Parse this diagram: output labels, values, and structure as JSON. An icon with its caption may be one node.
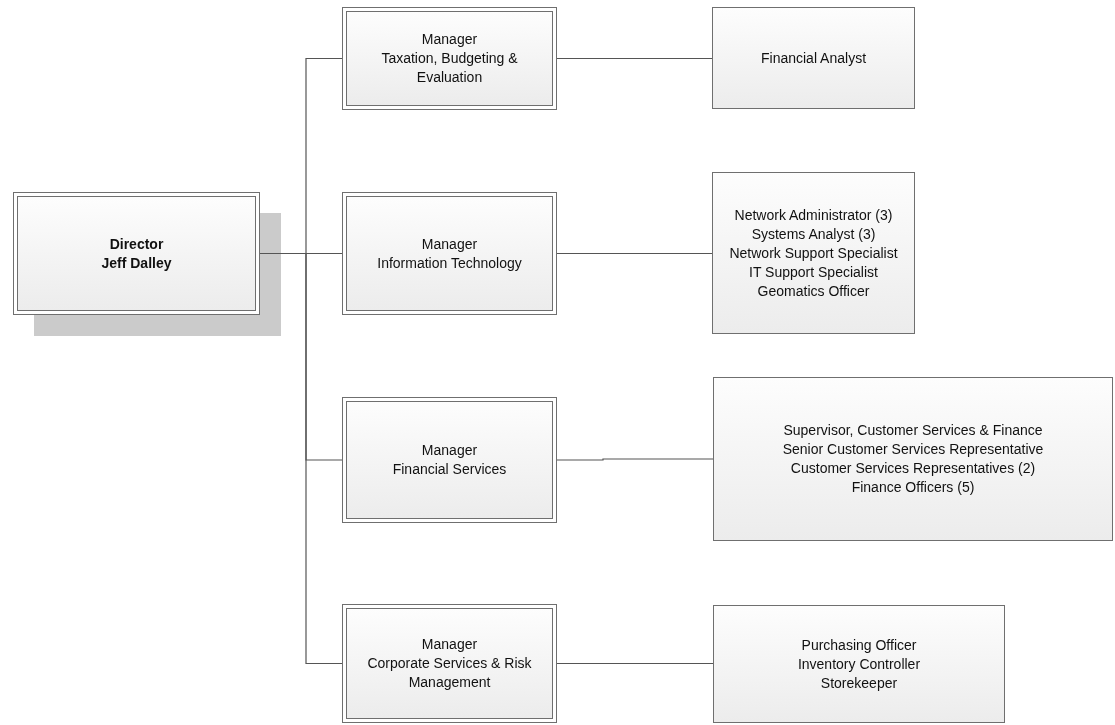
{
  "diagram": {
    "nodes": [
      {
        "text": [
          "Director",
          "Jeff Dalley"
        ]
      },
      {
        "text": [
          "Manager",
          "Taxation, Budgeting & Evaluation"
        ]
      },
      {
        "text": [
          "Financial Analyst"
        ]
      },
      {
        "text": [
          "Manager",
          "Information Technology"
        ]
      },
      {
        "text": [
          "Network Administrator (3)",
          "Systems Analyst (3)",
          "Network Support Specialist",
          "IT Support Specialist",
          "Geomatics Officer"
        ]
      },
      {
        "text": [
          "Manager",
          "Financial Services"
        ]
      },
      {
        "text": [
          "Supervisor, Customer Services & Finance",
          "Senior Customer Services Representative",
          "Customer Services Representatives (2)",
          "Finance Officers (5)"
        ]
      },
      {
        "text": [
          "Manager",
          "Corporate Services & Risk Management"
        ]
      },
      {
        "text": [
          "Purchasing Officer",
          "Inventory Controller",
          "Storekeeper"
        ]
      }
    ],
    "edges": [
      {
        "from": 0,
        "to": 1,
        "arrow": "none"
      },
      {
        "from": 0,
        "to": 3,
        "arrow": "none"
      },
      {
        "from": 0,
        "to": 5,
        "arrow": "none"
      },
      {
        "from": 0,
        "to": 7,
        "arrow": "none"
      },
      {
        "from": 1,
        "to": 2,
        "arrow": "none"
      },
      {
        "from": 3,
        "to": 4,
        "arrow": "none"
      },
      {
        "from": 5,
        "to": 6,
        "arrow": "none"
      },
      {
        "from": 7,
        "to": 8,
        "arrow": "none"
      }
    ]
  }
}
